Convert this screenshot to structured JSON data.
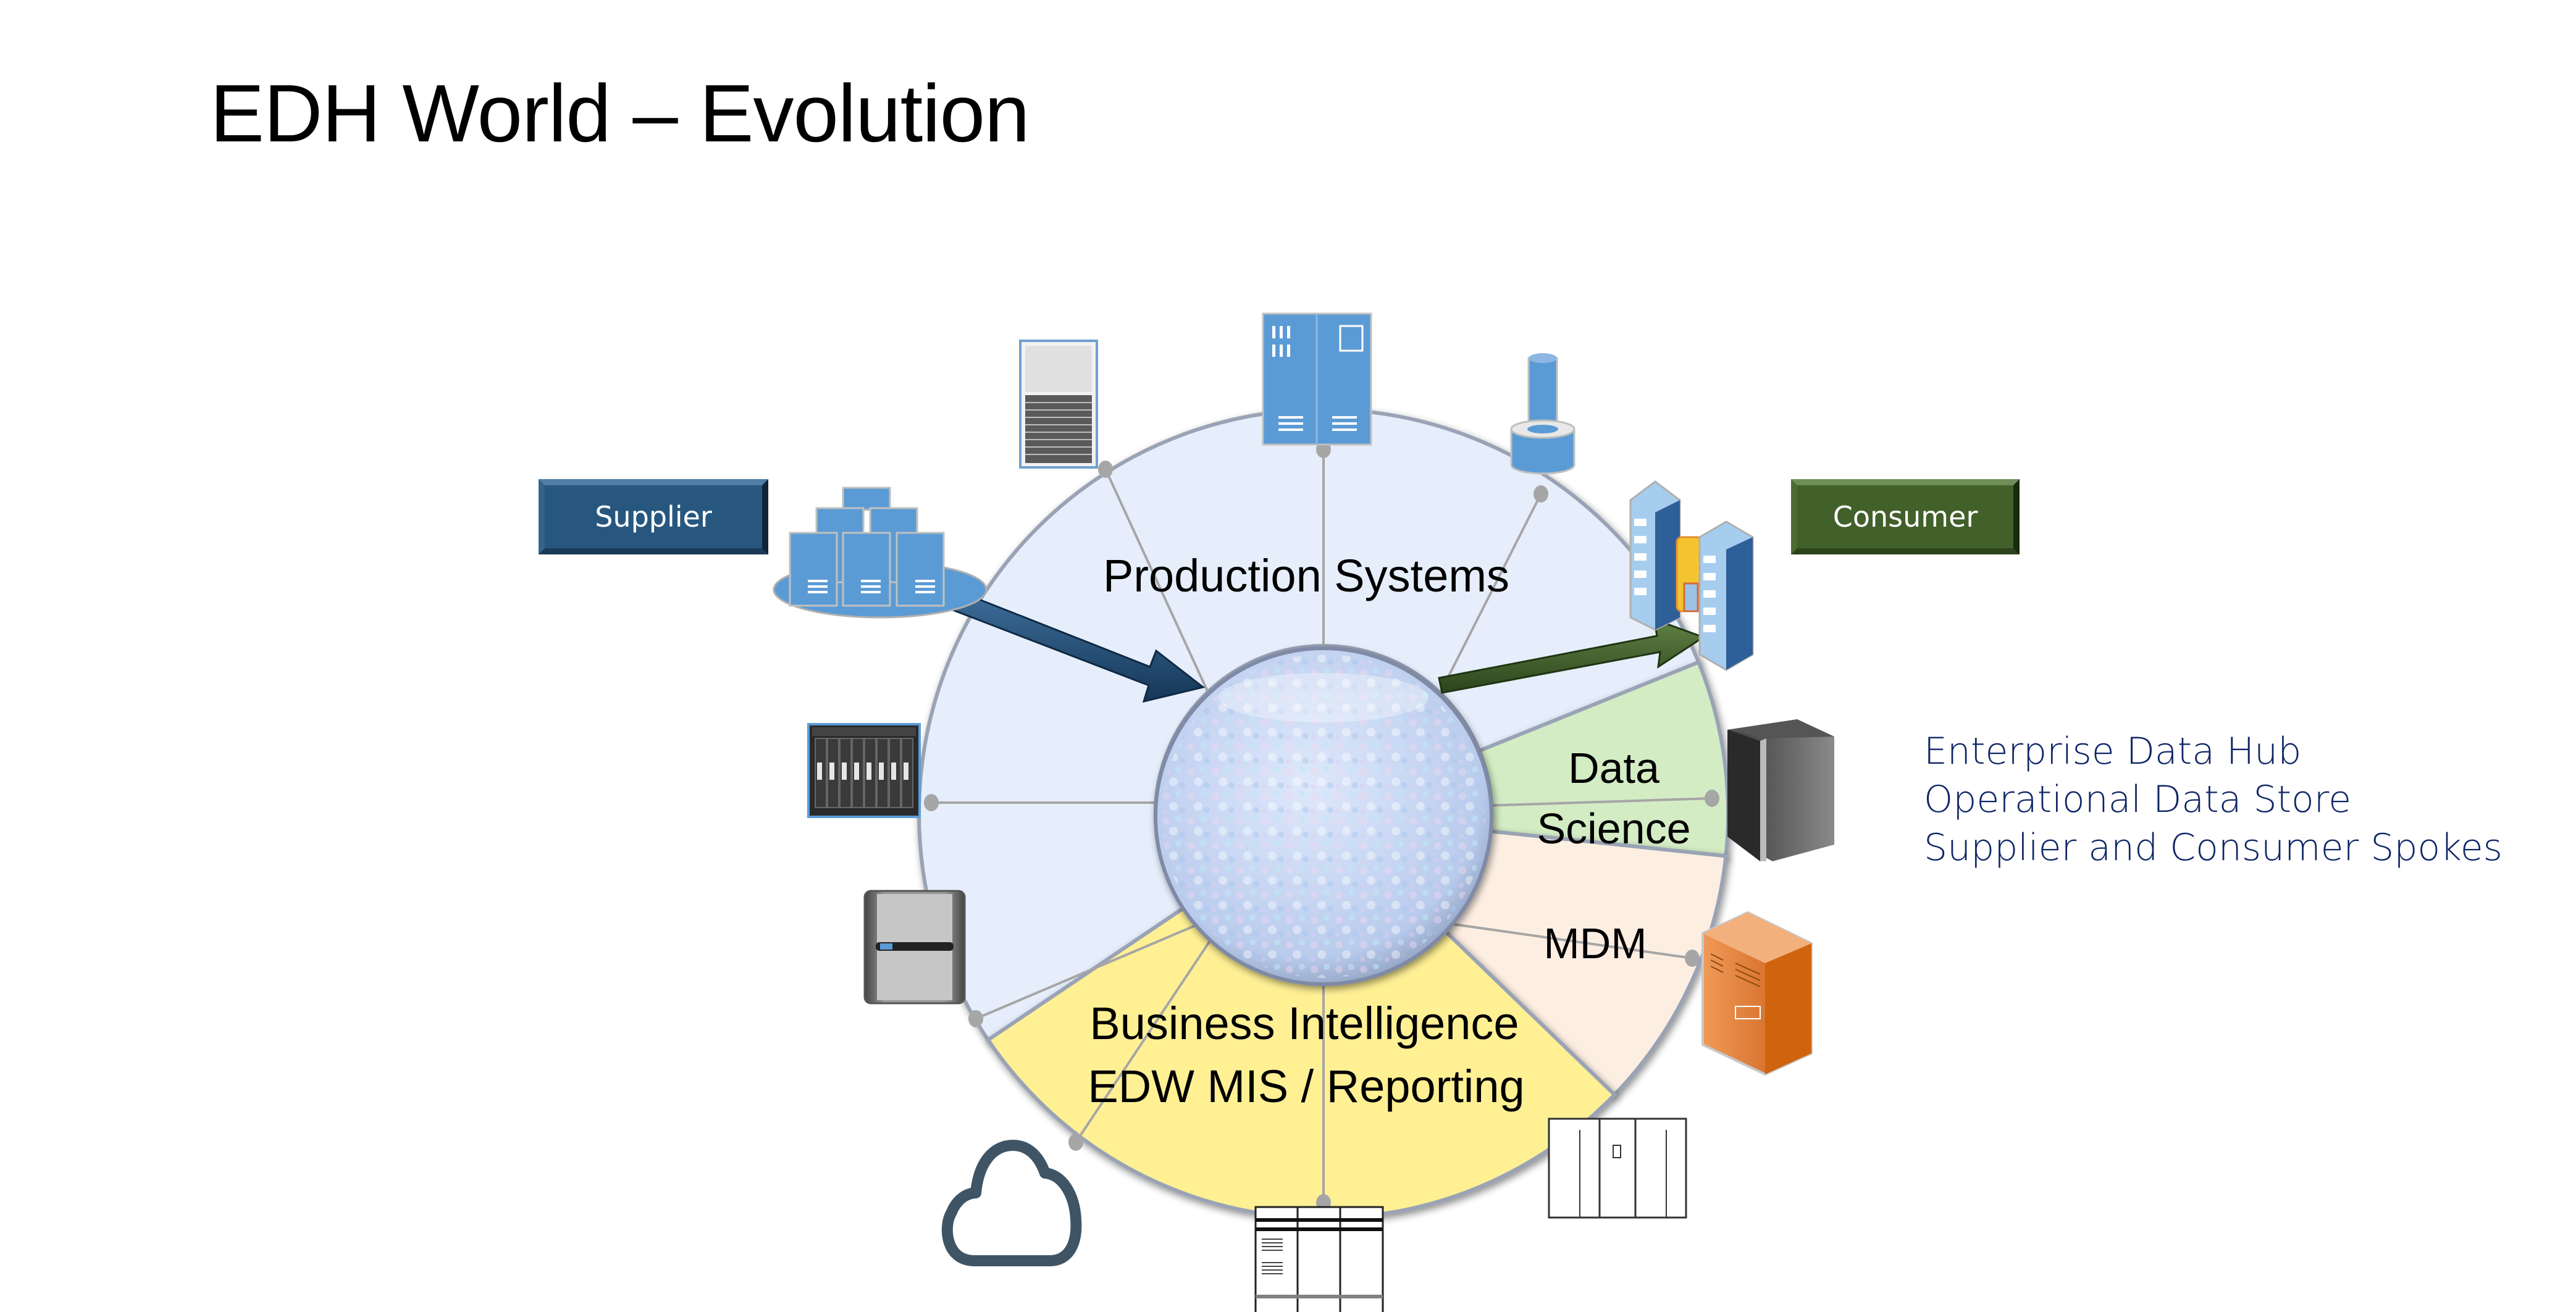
{
  "title": "EDH World – Evolution",
  "buttons": {
    "supplier": "Supplier",
    "consumer": "Consumer"
  },
  "segments": {
    "production": "Production Systems",
    "data_science_line1": "Data",
    "data_science_line2": "Science",
    "mdm": "MDM",
    "bi_line1": "Business Intelligence",
    "bi_line2": "EDW MIS / Reporting"
  },
  "side_notes": [
    "Enterprise Data Hub",
    "Operational Data Store",
    "Supplier and Consumer Spokes"
  ],
  "colors": {
    "production": "#e6eefc",
    "data_science": "#d4ecc4",
    "mdm": "#fdeee2",
    "bi": "#fff094",
    "supplier": "#27577f",
    "consumer": "#42602a",
    "side_text": "#0e2566",
    "icon_blue": "#5b9bd5",
    "cloud": "#3f5566",
    "connector": "#a6a6a6"
  },
  "icons": [
    "server-cluster-icon",
    "storage-rack-icon",
    "dual-server-icon",
    "cylinder-database-icon",
    "datacenter-building-icon",
    "blade-enclosure-icon",
    "tower-server-icon",
    "storage-array-icon",
    "orange-server-icon",
    "cloud-icon",
    "mainframe-rack-icon",
    "cabinet-cluster-icon"
  ]
}
